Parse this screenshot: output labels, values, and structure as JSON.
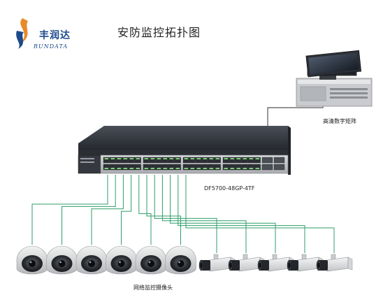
{
  "brand": {
    "name_cn": "丰润达",
    "name_en": "RUNDATA",
    "colors": {
      "primary": "#1c4a8c",
      "accent": "#e8892a"
    }
  },
  "title": "安防监控拓扑图",
  "nodes": {
    "matrix": {
      "label": "高清数字矩阵",
      "icon": "workstation-monitor-icon"
    },
    "switch": {
      "label": "DF5700-48GP-4TF",
      "icon": "network-switch-icon",
      "ports": 52
    },
    "cameras": {
      "label": "网络监控摄像头",
      "dome_count": 6,
      "box_count": 5
    }
  },
  "colors": {
    "link": "#2f9e6a",
    "uplink": "#555555"
  }
}
